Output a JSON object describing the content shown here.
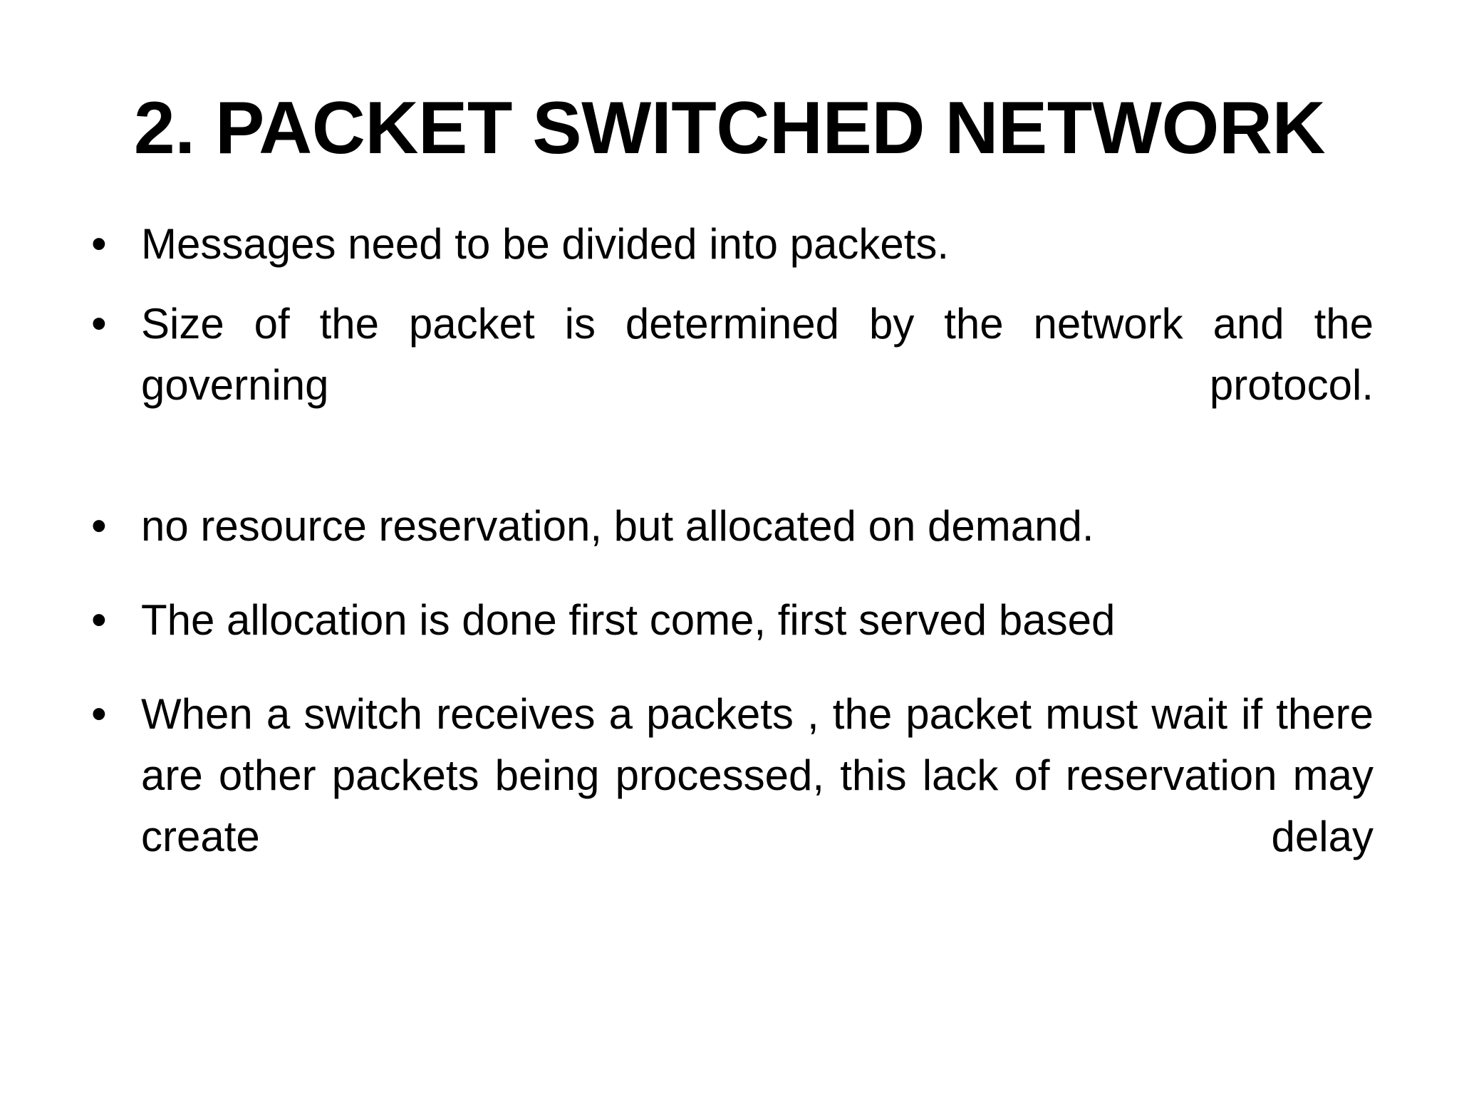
{
  "slide": {
    "background_color": "#ffffff",
    "text_color": "#000000",
    "title": "2. PACKET SWITCHED NETWORK",
    "bullet_marker": "•",
    "bullets": [
      {
        "id": "bullet-messages-divided",
        "text": "Messages need to be divided into packets.",
        "justified": false,
        "spacing": "normal"
      },
      {
        "id": "bullet-packet-size",
        "text": "Size of the packet is determined by the network and the governing protocol.",
        "justified": true,
        "spacing": "normal"
      },
      {
        "id": "bullet-no-resource-reservation",
        "text": "no resource reservation, but allocated on demand.",
        "justified": false,
        "spacing": "wide"
      },
      {
        "id": "bullet-first-come-first-served",
        "text": "The allocation is done first come, first served based",
        "justified": false,
        "spacing": "wide"
      },
      {
        "id": "bullet-switch-wait-delay",
        "text": "When a switch receives a packets , the packet must wait if there are other packets being processed, this lack of reservation may create delay",
        "justified": true,
        "spacing": "normal"
      }
    ]
  }
}
